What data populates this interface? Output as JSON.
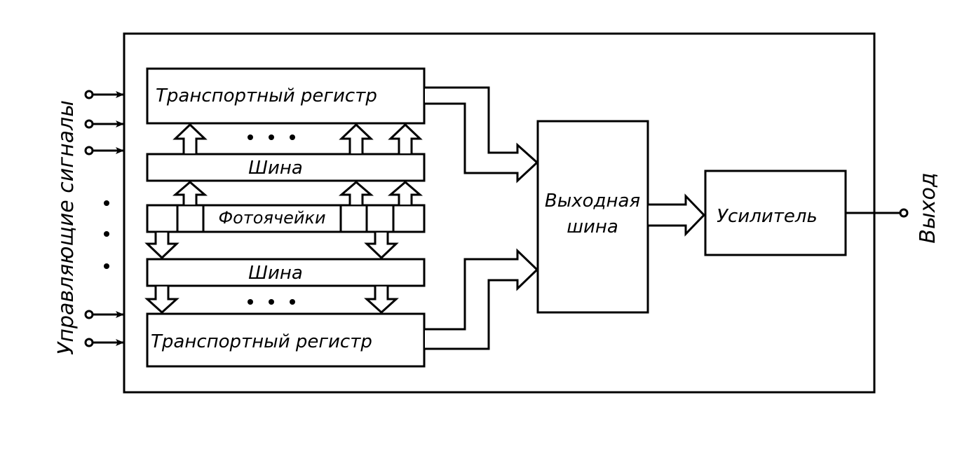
{
  "labels": {
    "control_signals": "Управляющие сигналы",
    "transport_register_top": "Транспортный регистр",
    "transport_register_bottom": "Транспортный регистр",
    "bus_top": "Шина",
    "bus_bottom": "Шина",
    "photocells": "Фотоячейки",
    "output_bus_line1": "Выходная",
    "output_bus_line2": "шина",
    "amplifier": "Усилитель",
    "output": "Выход"
  }
}
